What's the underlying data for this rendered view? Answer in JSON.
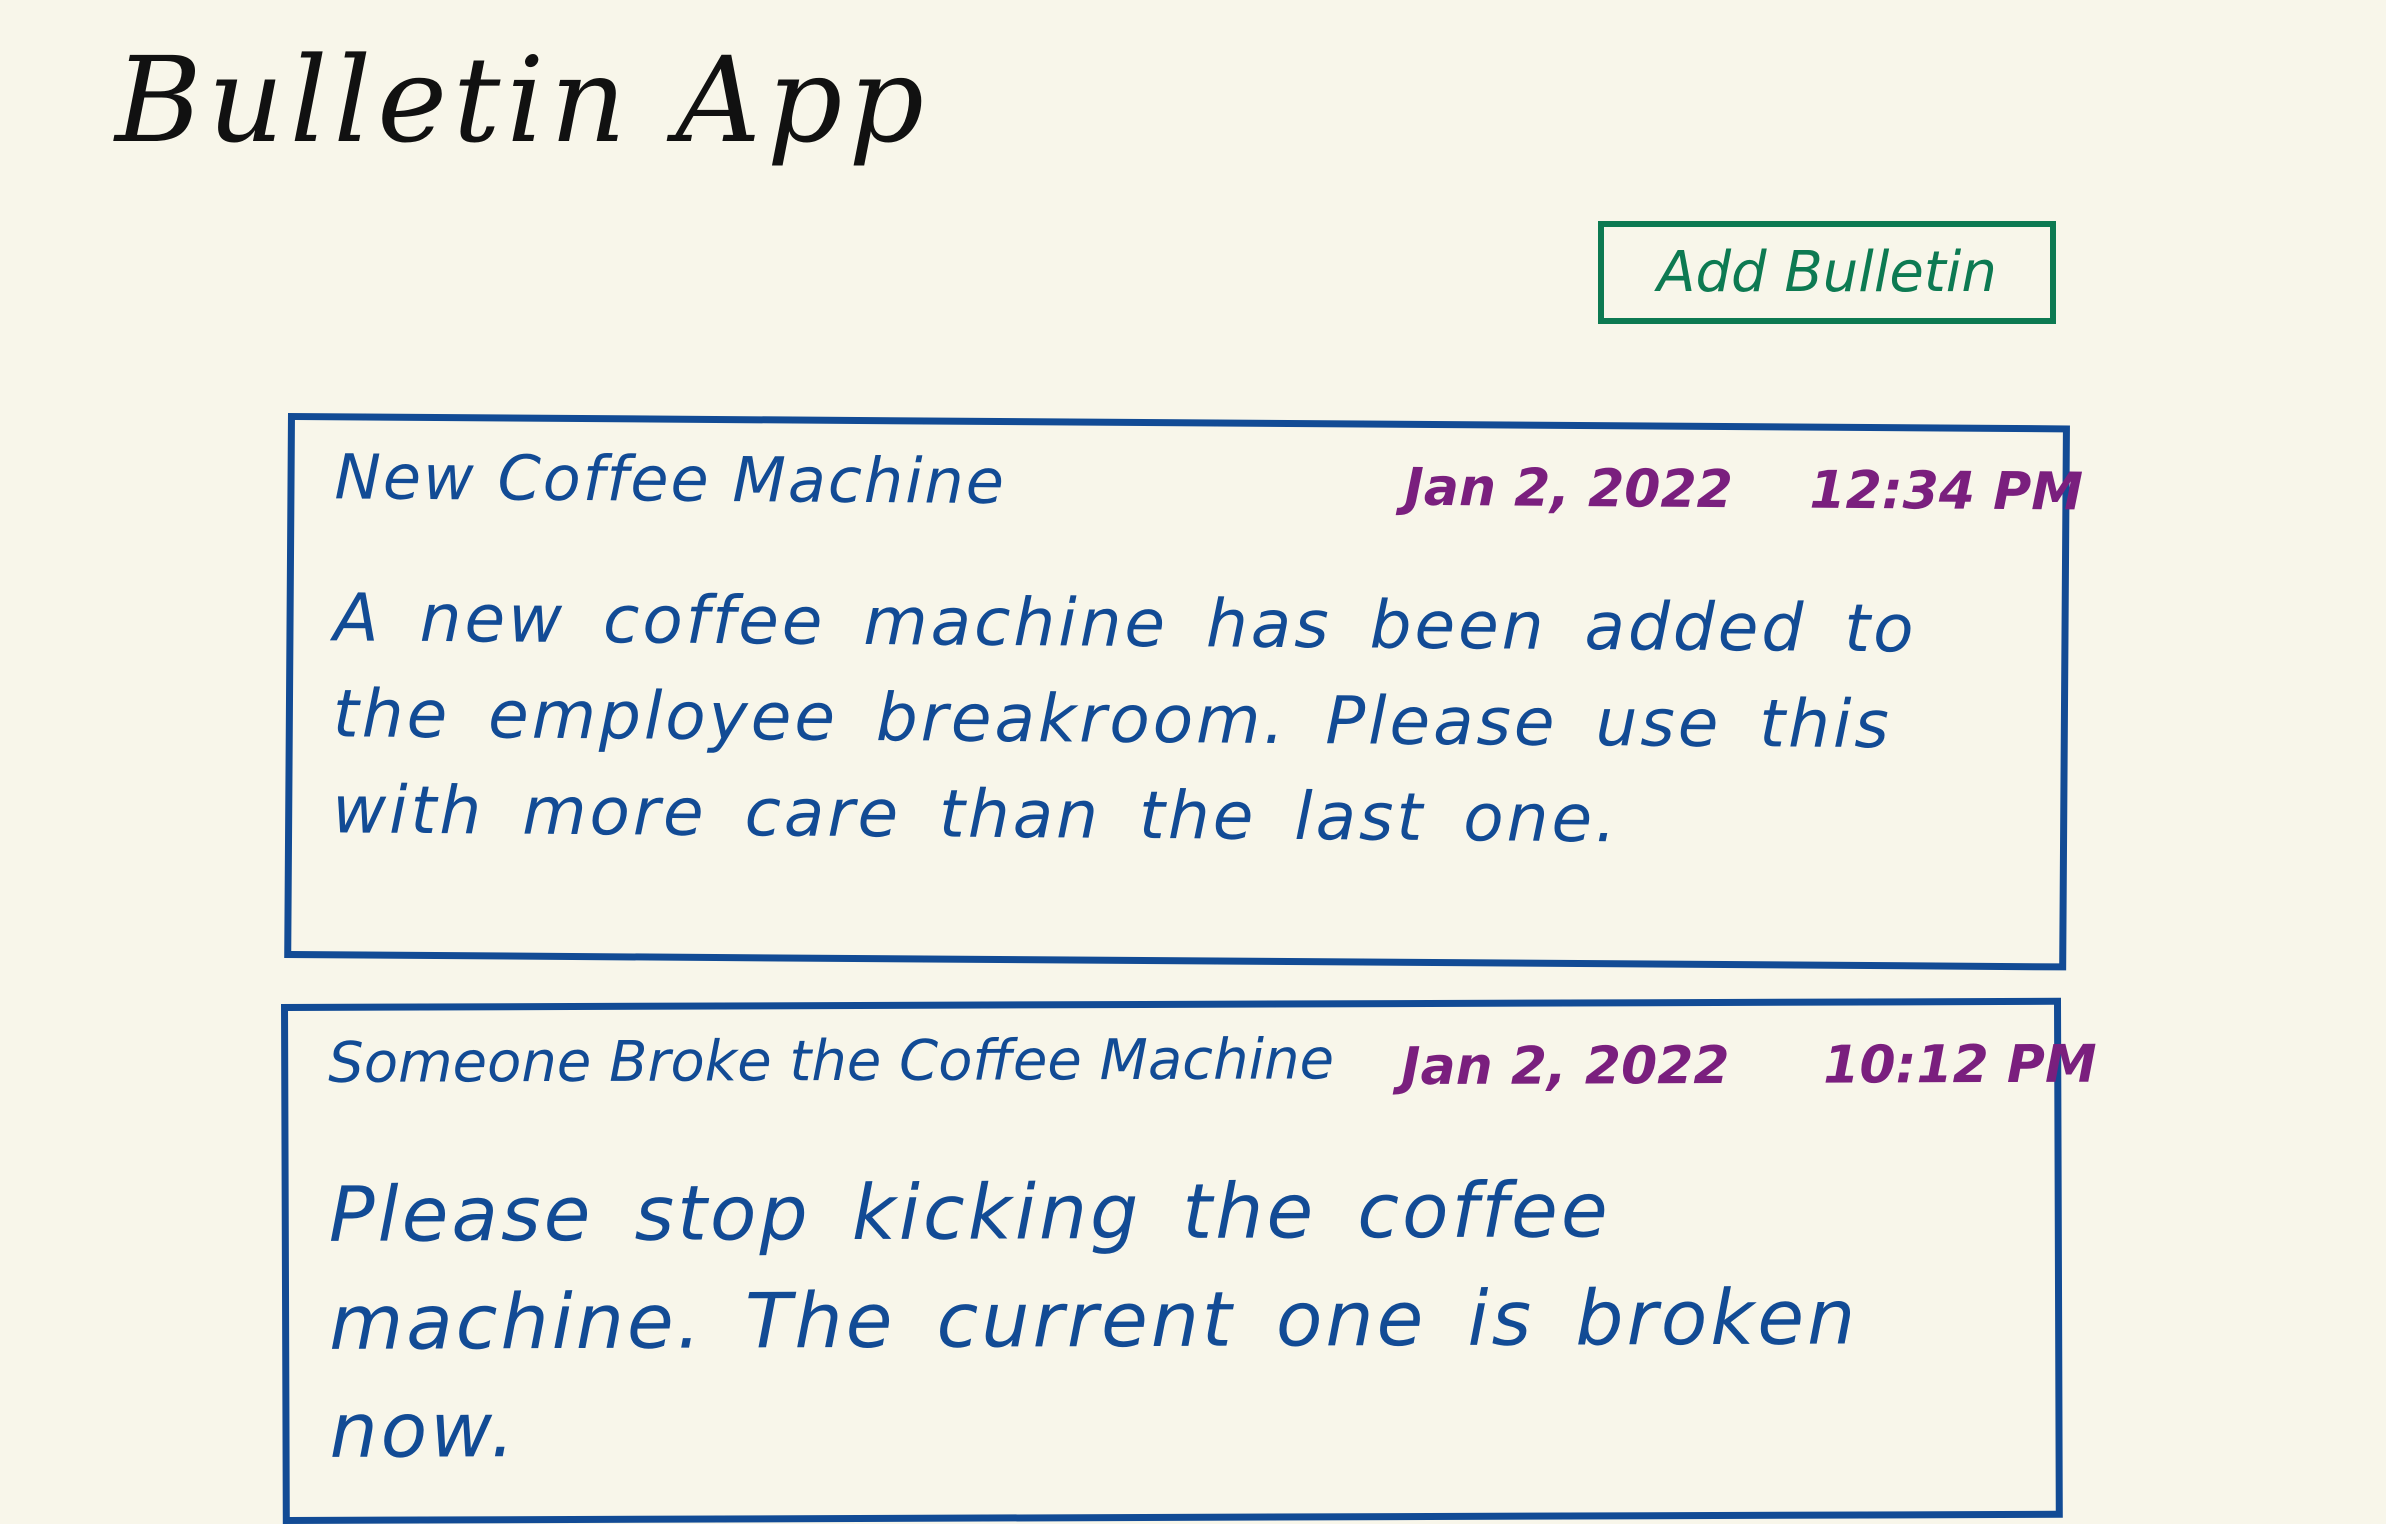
{
  "app": {
    "title": "Bulletin App"
  },
  "toolbar": {
    "add_label": "Add Bulletin"
  },
  "colors": {
    "background": "#f8f6ea",
    "title_text": "#111111",
    "button_accent": "#0d7a52",
    "card_border": "#124b95",
    "card_text": "#124b95",
    "timestamp": "#7a1f7e"
  },
  "bulletins": [
    {
      "title": "New Coffee Machine",
      "date": "Jan 2, 2022",
      "time": "12:34 PM",
      "body": "A new coffee machine has been added to the employee breakroom. Please use this with more care than the last one."
    },
    {
      "title": "Someone Broke the Coffee Machine",
      "date": "Jan 2, 2022",
      "time": "10:12 PM",
      "body": "Please stop kicking the coffee machine. The current one is broken now."
    }
  ]
}
